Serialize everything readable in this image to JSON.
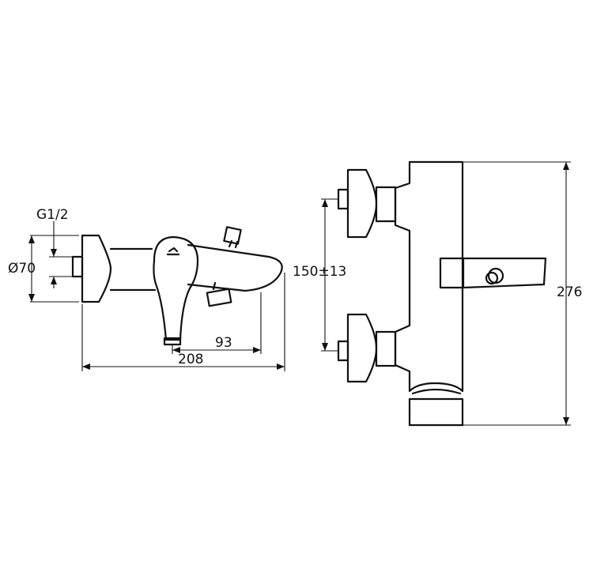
{
  "diagram": {
    "side_view": {
      "thread_label": "G1/2",
      "diameter_label": "Ø70",
      "spout_length_label": "93",
      "overall_width_label": "208"
    },
    "front_view": {
      "inlet_spacing_label": "150±13",
      "overall_height_label": "276"
    },
    "colors": {
      "line": "#111111",
      "background": "#ffffff"
    }
  }
}
